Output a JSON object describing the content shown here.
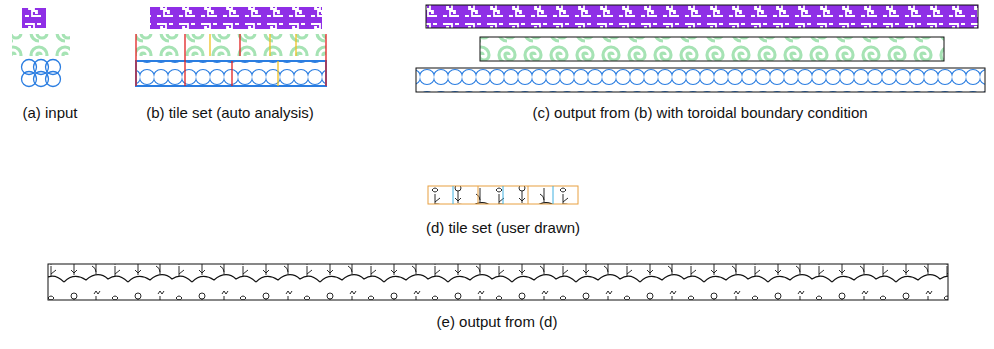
{
  "diagram": {
    "labels": [
      "(a) input",
      "(b) tile set (auto analysis)",
      "(c) output from (b) with toroidal boundary condition",
      "(d) tile set (user drawn)",
      "(e) output from (d)"
    ]
  }
}
